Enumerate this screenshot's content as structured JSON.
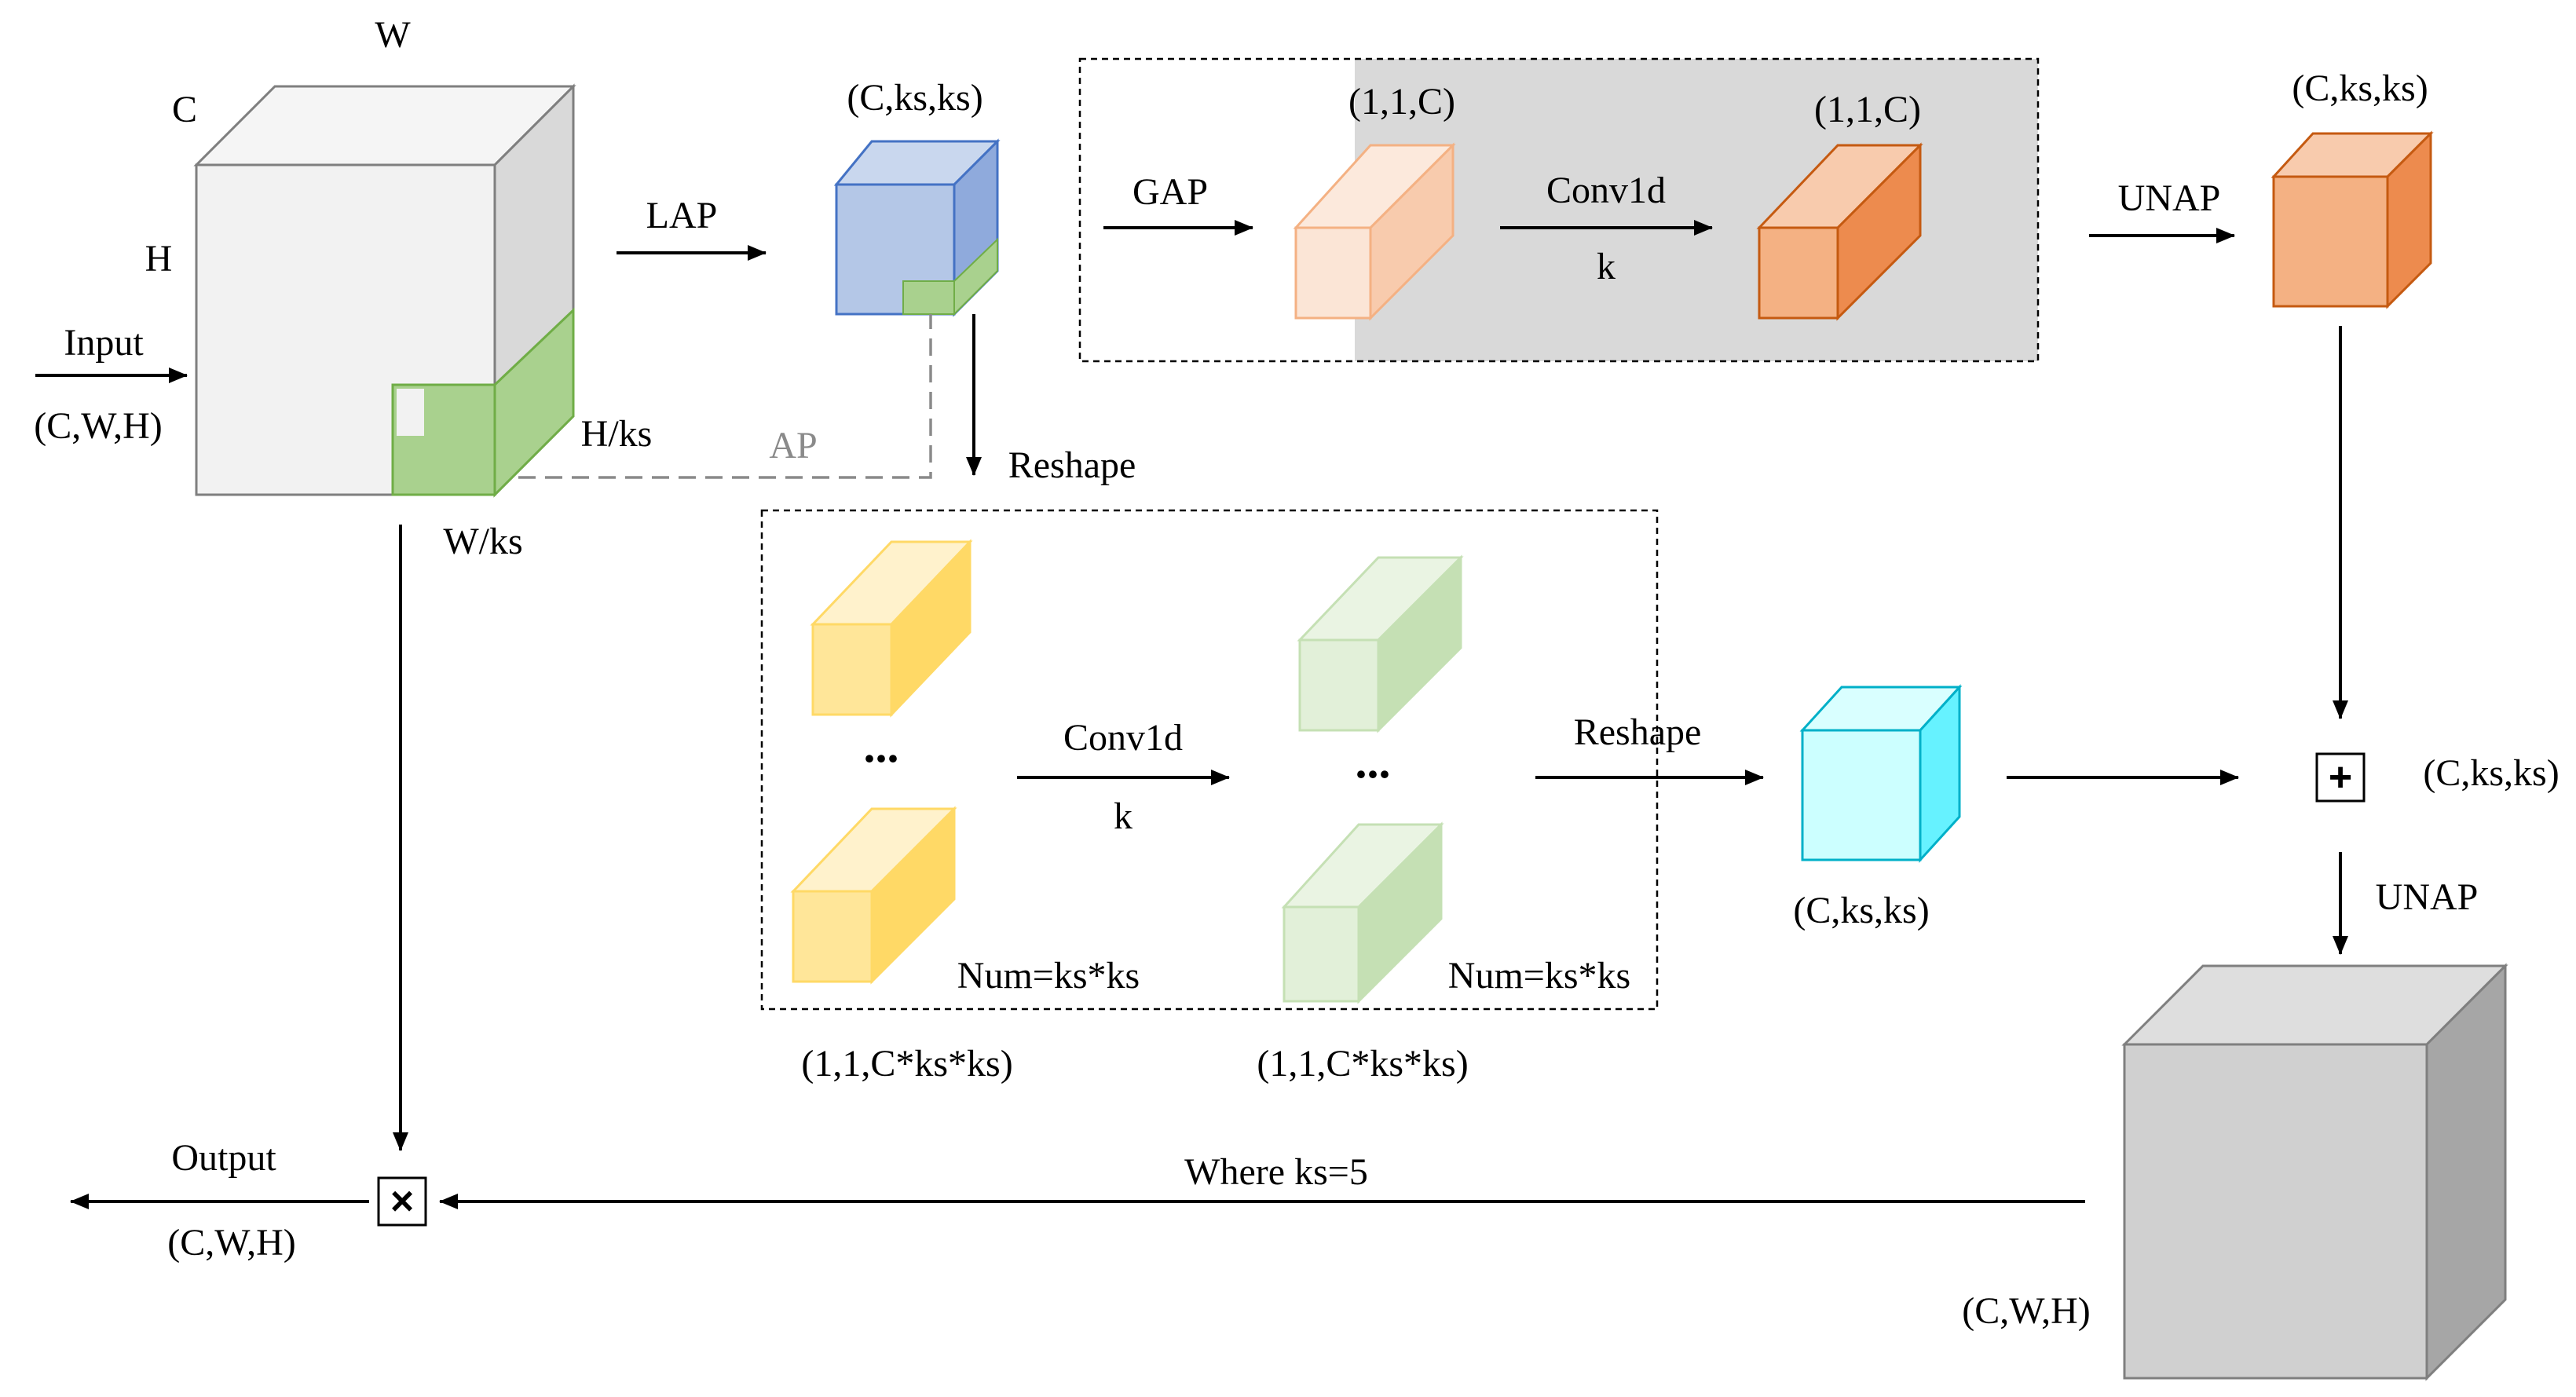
{
  "labels": {
    "w": "W",
    "c": "C",
    "h": "H",
    "input": "Input",
    "input_shape": "(C,W,H)",
    "h_ks": "H/ks",
    "w_ks": "W/ks",
    "lap": "LAP",
    "lap_shape": "(C,ks,ks)",
    "ap": "AP",
    "reshape_top": "Reshape",
    "gap": "GAP",
    "gap_shape": "(1,1,C)",
    "conv_top": "Conv1d",
    "conv_top_k": "k",
    "conv_top_shape": "(1,1,C)",
    "unap_top": "UNAP",
    "unap_top_shape": "(C,ks,ks)",
    "dots_left": "...",
    "dots_right": "...",
    "conv_mid": "Conv1d",
    "conv_mid_k": "k",
    "num_left": "Num=ks*ks",
    "num_right": "Num=ks*ks",
    "shape_left": "(1,1,C*ks*ks)",
    "shape_right": "(1,1,C*ks*ks)",
    "reshape_mid": "Reshape",
    "cyan_shape": "(C,ks,ks)",
    "plus_shape": "(C,ks,ks)",
    "unap_right": "UNAP",
    "gray_shape": "(C,W,H)",
    "where": "Where ks=5",
    "output": "Output",
    "output_shape": "(C,W,H)"
  },
  "operators": {
    "add": "+",
    "multiply": "×"
  },
  "colors": {
    "input_cube": "#f2f2f2",
    "green_region": "#a9d18e",
    "blue_cube": "#b4c7e7",
    "gap_box": "#d9d9d9",
    "peach": "#fbe5d6",
    "orange": "#f4b183",
    "dark_orange": "#ed8b4e",
    "yellow": "#ffe699",
    "light_green": "#e2f0d9",
    "cyan": "#ccffff",
    "gray_cube": "#d0d0d0"
  }
}
